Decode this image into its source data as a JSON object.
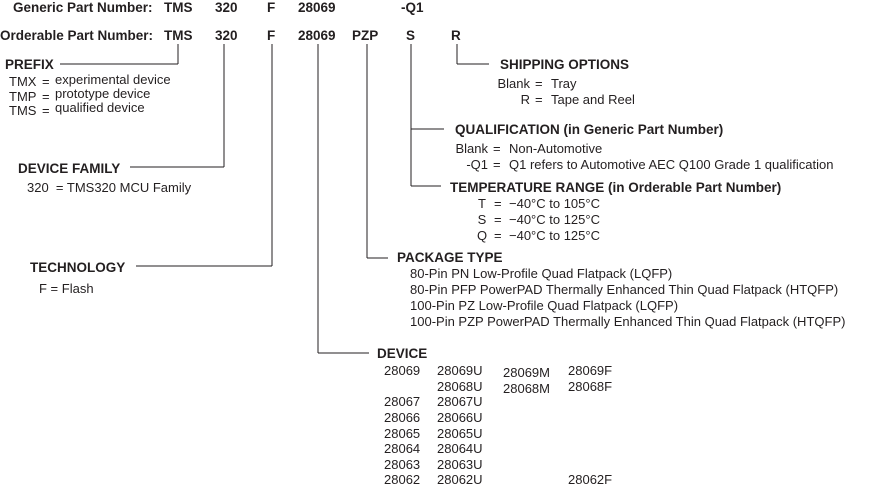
{
  "header": {
    "generic_label": "Generic Part Number:",
    "orderable_label": "Orderable Part Number:",
    "generic_fields": [
      "TMS",
      "320",
      "F",
      "28069",
      "-Q1"
    ],
    "orderable_fields": [
      "TMS",
      "320",
      "F",
      "28069",
      "PZP",
      "S",
      "R"
    ]
  },
  "prefix": {
    "title": "PREFIX",
    "items": [
      {
        "code": "TMX",
        "eq": "=",
        "desc": "experimental device"
      },
      {
        "code": "TMP",
        "eq": "=",
        "desc": "prototype device"
      },
      {
        "code": "TMS",
        "eq": "=",
        "desc": "qualified device"
      }
    ]
  },
  "device_family": {
    "title": "DEVICE FAMILY",
    "line": "320  = TMS320 MCU Family"
  },
  "technology": {
    "title": "TECHNOLOGY",
    "line": "F = Flash"
  },
  "shipping": {
    "title": "SHIPPING OPTIONS",
    "items": [
      {
        "code": "Blank",
        "eq": "=",
        "desc": "Tray"
      },
      {
        "code": "R",
        "eq": "=",
        "desc": "Tape and Reel"
      }
    ]
  },
  "qualification": {
    "title": "QUALIFICATION (in Generic Part Number)",
    "items": [
      {
        "code": "Blank",
        "eq": "=",
        "desc": "Non-Automotive"
      },
      {
        "code": "-Q1",
        "eq": "=",
        "desc": "Q1 refers to Automotive AEC Q100 Grade 1 qualification"
      }
    ]
  },
  "temperature": {
    "title": "TEMPERATURE RANGE (in Orderable Part Number)",
    "items": [
      {
        "code": "T",
        "eq": "=",
        "desc": "−40°C to 105°C"
      },
      {
        "code": "S",
        "eq": "=",
        "desc": "−40°C to 125°C"
      },
      {
        "code": "Q",
        "eq": "=",
        "desc": "−40°C to 125°C"
      }
    ]
  },
  "package": {
    "title": "PACKAGE TYPE",
    "items": [
      "80-Pin PN Low-Profile Quad Flatpack (LQFP)",
      "80-Pin PFP PowerPAD Thermally Enhanced Thin Quad Flatpack (HTQFP)",
      "100-Pin PZ Low-Profile Quad Flatpack (LQFP)",
      "100-Pin PZP PowerPAD Thermally Enhanced Thin Quad Flatpack (HTQFP)"
    ]
  },
  "device": {
    "title": "DEVICE",
    "col1": [
      "28069",
      "",
      "28067",
      "28066",
      "28065",
      "28064",
      "28063",
      "28062"
    ],
    "col2": [
      "28069U",
      "28068U",
      "28067U",
      "28066U",
      "28065U",
      "28064U",
      "28063U",
      "28062U"
    ],
    "col3": [
      "28069M",
      "28068M"
    ],
    "col4": [
      "28069F",
      "28068F",
      "",
      "",
      "",
      "",
      "",
      "28062F"
    ]
  }
}
